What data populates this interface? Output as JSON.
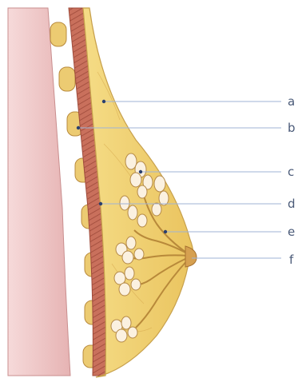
{
  "diagram": {
    "labels": [
      {
        "key": "a",
        "text": "a"
      },
      {
        "key": "b",
        "text": "b"
      },
      {
        "key": "c",
        "text": "c"
      },
      {
        "key": "d",
        "text": "d"
      },
      {
        "key": "e",
        "text": "e"
      },
      {
        "key": "f",
        "text": "f"
      }
    ],
    "colors": {
      "background": "#ffffff",
      "chest_wall": "#eec8c8",
      "muscle": "#c86a55",
      "fat": "#f0d275",
      "lobule": "#fbf1e0",
      "ducts": "#e4bd5a",
      "nipple": "#d6a050",
      "leader_lines": "#9fb3d6",
      "label_text": "#4a5a78"
    }
  }
}
